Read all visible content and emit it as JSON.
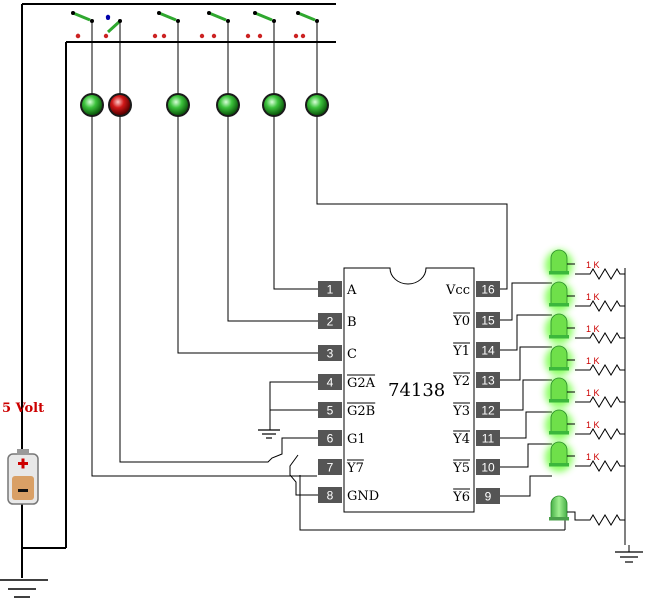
{
  "supply": {
    "label": "5 Volt",
    "label_color": "#cc0000"
  },
  "chip": {
    "part_number": "74138",
    "left_pins": [
      {
        "num": "1",
        "label": "A",
        "overline": false
      },
      {
        "num": "2",
        "label": "B",
        "overline": false
      },
      {
        "num": "3",
        "label": "C",
        "overline": false
      },
      {
        "num": "4",
        "label": "G2A",
        "overline": true
      },
      {
        "num": "5",
        "label": "G2B",
        "overline": true
      },
      {
        "num": "6",
        "label": "G1",
        "overline": false
      },
      {
        "num": "7",
        "label": "Y7",
        "overline": true
      },
      {
        "num": "8",
        "label": "GND",
        "overline": false
      }
    ],
    "right_pins": [
      {
        "num": "16",
        "label": "Vcc",
        "overline": false
      },
      {
        "num": "15",
        "label": "Y0",
        "overline": true
      },
      {
        "num": "14",
        "label": "Y1",
        "overline": true
      },
      {
        "num": "13",
        "label": "Y2",
        "overline": true
      },
      {
        "num": "12",
        "label": "Y3",
        "overline": true
      },
      {
        "num": "11",
        "label": "Y4",
        "overline": true
      },
      {
        "num": "10",
        "label": "Y5",
        "overline": true
      },
      {
        "num": "9",
        "label": "Y6",
        "overline": true
      }
    ]
  },
  "switch_leds": [
    {
      "color": "green",
      "lit": true
    },
    {
      "color": "red",
      "lit": true
    },
    {
      "color": "green",
      "lit": true
    },
    {
      "color": "green",
      "lit": true
    },
    {
      "color": "green",
      "lit": true
    },
    {
      "color": "green",
      "lit": true
    }
  ],
  "output_leds": [
    {
      "lit": true
    },
    {
      "lit": true
    },
    {
      "lit": true
    },
    {
      "lit": true
    },
    {
      "lit": true
    },
    {
      "lit": true
    },
    {
      "lit": true
    },
    {
      "lit": false
    }
  ],
  "resistors": [
    {
      "label": "1 K"
    },
    {
      "label": "1 K"
    },
    {
      "label": "1 K"
    },
    {
      "label": "1 K"
    },
    {
      "label": "1 K"
    },
    {
      "label": "1 K"
    },
    {
      "label": "1 K"
    }
  ],
  "colors": {
    "wire": "#000000",
    "chip_body": "#ffffff",
    "pin_box": "#555555",
    "led_green": "#2fa82f",
    "led_red": "#cc0000",
    "switch_lever": "#2fa82f",
    "resistor_label": "#cc0000",
    "battery_plus": "#cc0000",
    "battery_body": "#d9a066"
  }
}
